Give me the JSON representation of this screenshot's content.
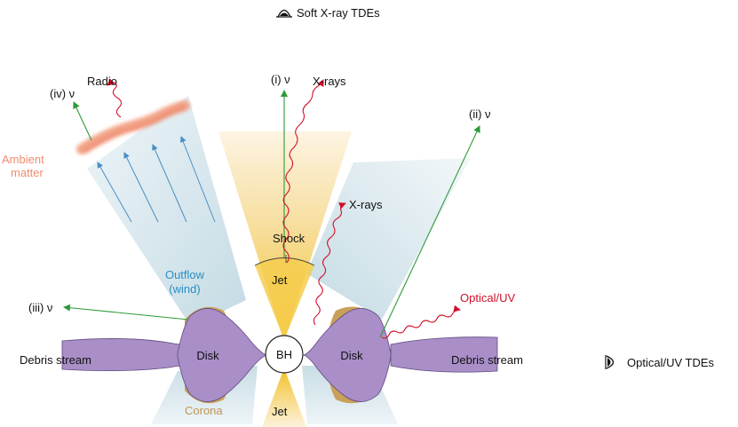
{
  "labels": {
    "soft_xray_tdes": "Soft X-ray TDEs",
    "optical_uv_tdes": "Optical/UV TDEs",
    "radio": "Radio",
    "nu_iv": "(iv) ν",
    "nu_i": "(i) ν",
    "nu_ii": "(ii) ν",
    "nu_iii": "(iii) ν",
    "xrays_top": "X-rays",
    "xrays_mid": "X-rays",
    "optical_uv": "Optical/UV",
    "ambient_line1": "Ambient",
    "ambient_line2": "matter",
    "outflow_line1": "Outflow",
    "outflow_line2": "(wind)",
    "shock": "Shock",
    "jet_top": "Jet",
    "jet_bottom": "Jet",
    "bh": "BH",
    "disk_left": "Disk",
    "disk_right": "Disk",
    "debris_left": "Debris stream",
    "debris_right": "Debris stream",
    "corona": "Corona"
  },
  "icons": {
    "observer_top": "eye-icon",
    "observer_right": "eye-icon"
  },
  "colors": {
    "neutrino": "#2e9a3a",
    "xray": "#d1102a",
    "optical": "#d1102a",
    "outflow_arrows": "#4a8fc4",
    "ambient": "#f08e72",
    "outflow_cone": "#cfe3ea",
    "jet_fill": "#f3cf5e",
    "disk": "#a98ec8",
    "corona_ring": "#c9a05a",
    "corona_text": "#c39452",
    "outflow_text": "#2a8fc2",
    "ambient_text": "#ef8c6f"
  }
}
